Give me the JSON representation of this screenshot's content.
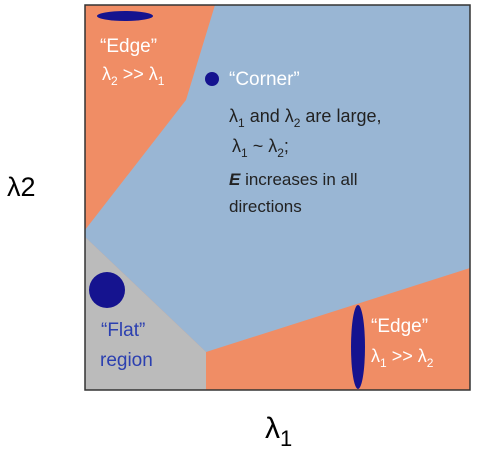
{
  "axes": {
    "x_label": "λ1",
    "y_label": "λ2"
  },
  "regions": {
    "edge_top": {
      "title": "“Edge”",
      "condition_main": "λ",
      "condition_sub1": "2",
      "condition_rel": " >> λ",
      "condition_sub2": "1"
    },
    "corner": {
      "title": "“Corner”",
      "line1_a": "λ",
      "line1_a_sub": "1",
      "line1_b": " and λ",
      "line1_b_sub": "2",
      "line1_c": " are large,",
      "line2_a": "λ",
      "line2_a_sub": "1",
      "line2_b": " ~ λ",
      "line2_b_sub": "2",
      "line2_c": ";",
      "line3_em": "E",
      "line3_rest": " increases in all",
      "line4": "directions"
    },
    "flat": {
      "title": "“Flat”",
      "subtitle": "region"
    },
    "edge_bottom": {
      "title": "“Edge”",
      "condition_main": "λ",
      "condition_sub1": "1",
      "condition_rel": " >> λ",
      "condition_sub2": "2"
    }
  },
  "colors": {
    "edge": "#f08d65",
    "corner": "#99b6d4",
    "flat": "#bbbbbb",
    "marker": "#15138f",
    "label_blue": "#2b3fb0"
  }
}
